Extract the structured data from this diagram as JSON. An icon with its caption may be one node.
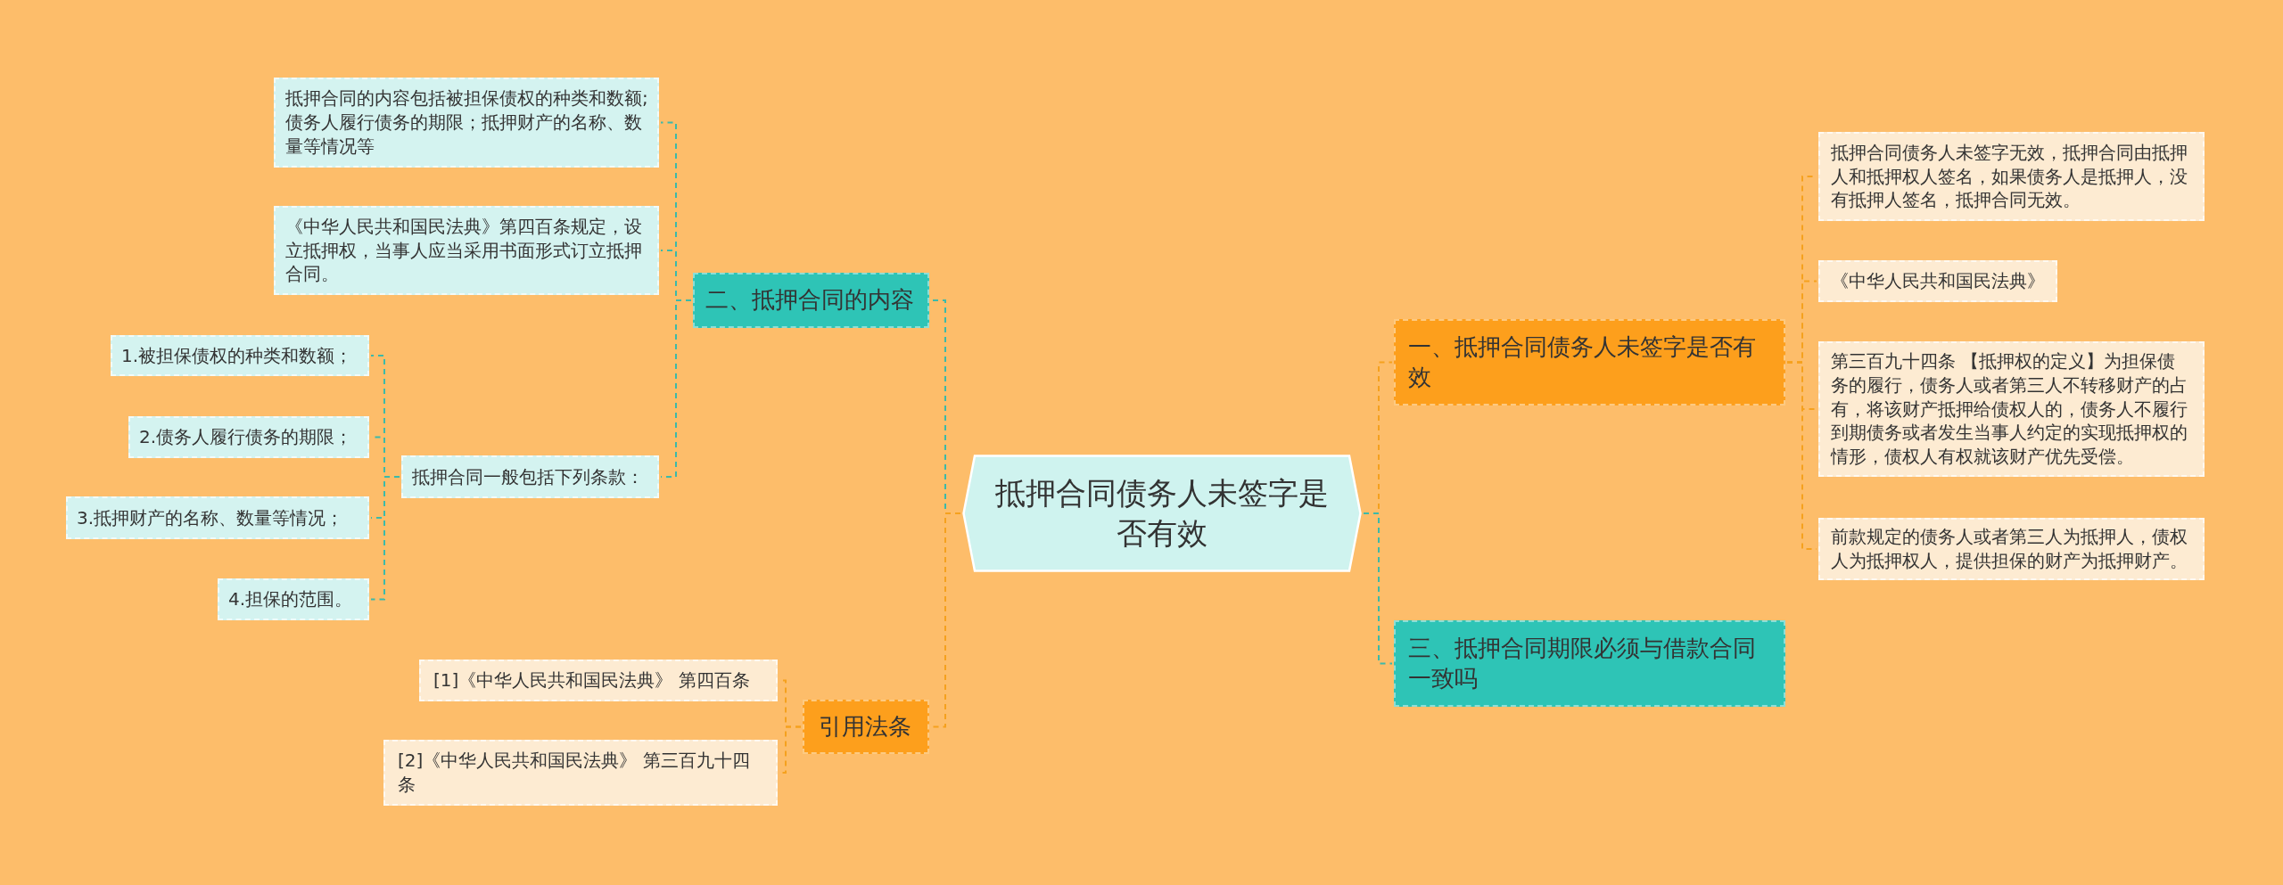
{
  "diagram": {
    "nodes": [
      {
        "text": [
          "抵押合同债务人未签字是否有效"
        ]
      },
      {
        "text": [
          "二、抵押合同的内容"
        ]
      },
      {
        "text": [
          "抵押合同的内容包括被担保债权的种类和数额;债务人履行债务的期限；抵押财产的名称、数量等情况等"
        ]
      },
      {
        "text": [
          "《中华人民共和国民法典》第四百条规定，设立抵押权，当事人应当采用书面形式订立抵押合同。"
        ]
      },
      {
        "text": [
          "抵押合同一般包括下列条款："
        ]
      },
      {
        "text": [
          "1.被担保债权的种类和数额；"
        ]
      },
      {
        "text": [
          "2.债务人履行债务的期限；"
        ]
      },
      {
        "text": [
          "3.抵押财产的名称、数量等情况；"
        ]
      },
      {
        "text": [
          "4.担保的范围。"
        ]
      },
      {
        "text": [
          "引用法条"
        ]
      },
      {
        "text": [
          "[1]《中华人民共和国民法典》 第四百条"
        ]
      },
      {
        "text": [
          "[2]《中华人民共和国民法典》 第三百九十四条"
        ]
      },
      {
        "text": [
          "一、抵押合同债务人未签字是否有效"
        ]
      },
      {
        "text": [
          "抵押合同债务人未签字无效，抵押合同由抵押人和抵押权人签名，如果债务人是抵押人，没有抵押人签名，抵押合同无效。"
        ]
      },
      {
        "text": [
          "《中华人民共和国民法典》"
        ]
      },
      {
        "text": [
          "第三百九十四条 【抵押权的定义】为担保债务的履行，债务人或者第三人不转移财产的占有，将该财产抵押给债权人的，债务人不履行到期债务或者发生当事人约定的实现抵押权的情形，债权人有权就该财产优先受偿。"
        ]
      },
      {
        "text": [
          "前款规定的债务人或者第三人为抵押人，债权人为抵押权人，提供担保的财产为抵押财产。"
        ]
      },
      {
        "text": [
          "三、抵押合同期限必须与借款合同一致吗"
        ]
      }
    ],
    "edges": [
      {
        "from": 0,
        "to": 1,
        "arrow": "none",
        "style": "dashed"
      },
      {
        "from": 1,
        "to": 2,
        "arrow": "none",
        "style": "dashed"
      },
      {
        "from": 1,
        "to": 3,
        "arrow": "none",
        "style": "dashed"
      },
      {
        "from": 1,
        "to": 4,
        "arrow": "none",
        "style": "dashed"
      },
      {
        "from": 4,
        "to": 5,
        "arrow": "none",
        "style": "dashed"
      },
      {
        "from": 4,
        "to": 6,
        "arrow": "none",
        "style": "dashed"
      },
      {
        "from": 4,
        "to": 7,
        "arrow": "none",
        "style": "dashed"
      },
      {
        "from": 4,
        "to": 8,
        "arrow": "none",
        "style": "dashed"
      },
      {
        "from": 0,
        "to": 9,
        "arrow": "none",
        "style": "dashed",
        "color": "#f5a11e"
      },
      {
        "from": 9,
        "to": 10,
        "arrow": "none",
        "style": "dashed",
        "color": "#f5a11e"
      },
      {
        "from": 9,
        "to": 11,
        "arrow": "none",
        "style": "dashed",
        "color": "#f5a11e"
      },
      {
        "from": 0,
        "to": 12,
        "arrow": "none",
        "style": "dashed",
        "color": "#f5a11e"
      },
      {
        "from": 12,
        "to": 13,
        "arrow": "none",
        "style": "dashed",
        "color": "#f5a11e"
      },
      {
        "from": 12,
        "to": 14,
        "arrow": "none",
        "style": "dashed",
        "color": "#f5a11e"
      },
      {
        "from": 12,
        "to": 15,
        "arrow": "none",
        "style": "dashed",
        "color": "#f5a11e"
      },
      {
        "from": 12,
        "to": 16,
        "arrow": "none",
        "style": "dashed",
        "color": "#f5a11e"
      },
      {
        "from": 0,
        "to": 17,
        "arrow": "none",
        "style": "dashed"
      }
    ]
  }
}
